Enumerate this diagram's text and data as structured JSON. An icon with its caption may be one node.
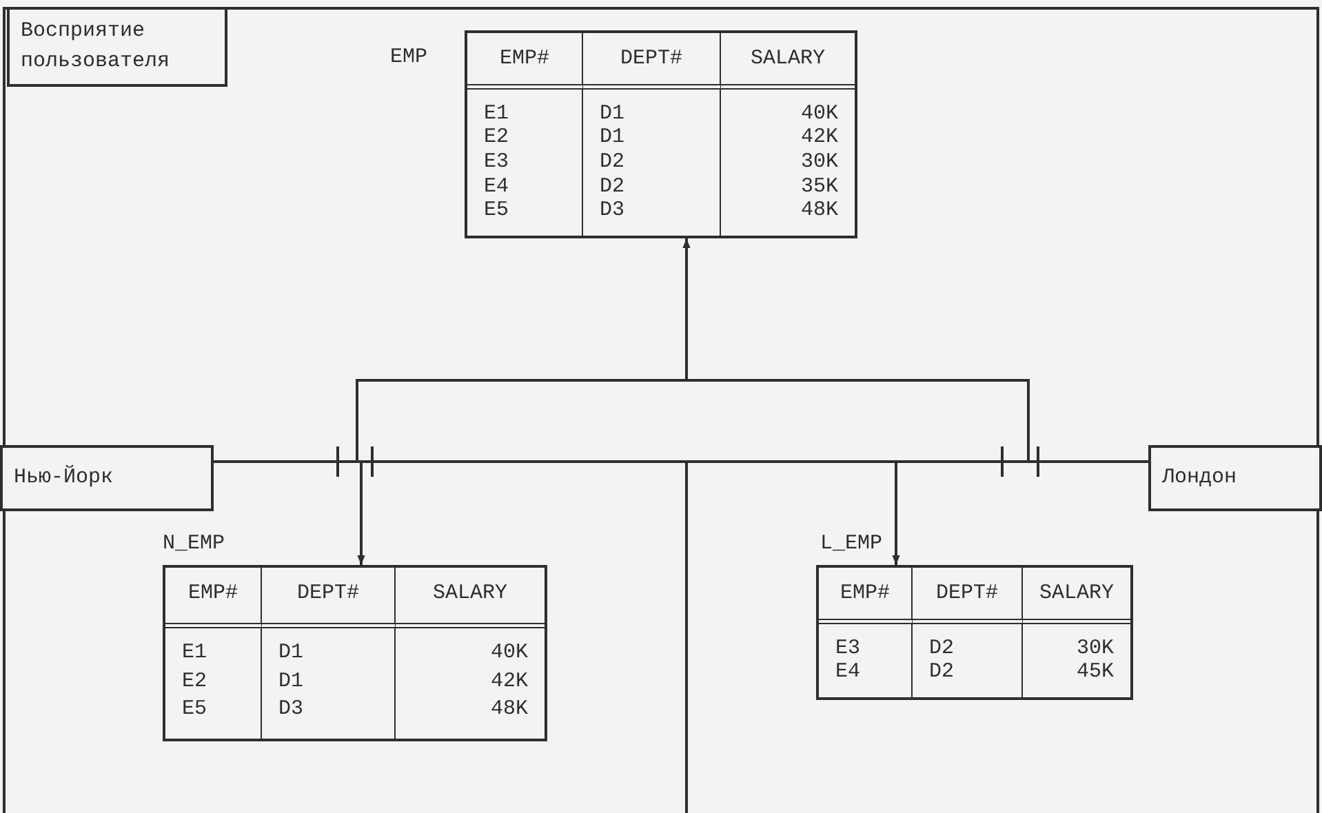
{
  "diagram": {
    "nodes": [
      {
        "text": [
          "Восприятие пользователя"
        ]
      },
      {
        "text": [
          "EMP#",
          "DEPT#",
          "SALARY",
          "E1",
          "D1",
          "40K",
          "E2",
          "D1",
          "42K",
          "E3",
          "D2",
          "30K",
          "E4",
          "D2",
          "35K",
          "E5",
          "D3",
          "48K"
        ],
        "beside": [
          "EMP"
        ]
      },
      {
        "text": [],
        "shape": "box"
      },
      {
        "text": [
          "Нью-Йорк"
        ]
      },
      {
        "text": [
          "Лондон"
        ]
      },
      {
        "text": [
          "EMP#",
          "DEPT#",
          "SALARY",
          "E1",
          "D1",
          "40K",
          "E2",
          "D1",
          "42K",
          "E5",
          "D3",
          "48K"
        ],
        "beside": [
          "N_EMP"
        ]
      },
      {
        "text": [
          "EMP#",
          "DEPT#",
          "SALARY",
          "E3",
          "D2",
          "30K",
          "E4",
          "D2",
          "45K"
        ],
        "beside": [
          "L_EMP"
        ]
      }
    ],
    "edges": [
      {
        "from": 2,
        "to": 1,
        "arrow": "to"
      },
      {
        "from": 3,
        "to": 4,
        "arrow": "none"
      },
      {
        "from": 2,
        "to": 5,
        "arrow": "to"
      },
      {
        "from": 2,
        "to": 6,
        "arrow": "to"
      },
      {
        "from": 2,
        "to": null,
        "arrow": "none"
      }
    ]
  }
}
